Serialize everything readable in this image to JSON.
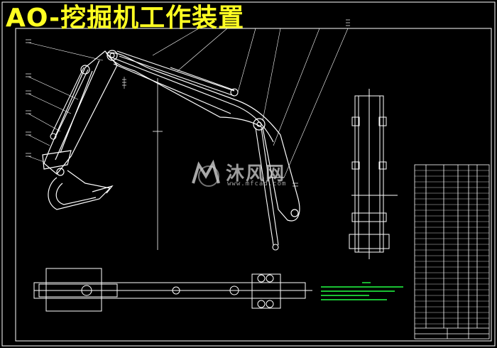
{
  "title": "AO-挖掘机工作装置",
  "watermark": {
    "brand": "沐风网",
    "url": "www.mfcad.com"
  },
  "colors": {
    "background": "#000000",
    "title": "#ffff22",
    "linework": "#ffffff",
    "notes": "#22ff44",
    "watermark": "#c8c8c8"
  },
  "icons": [
    "mfcad-logo-icon"
  ]
}
